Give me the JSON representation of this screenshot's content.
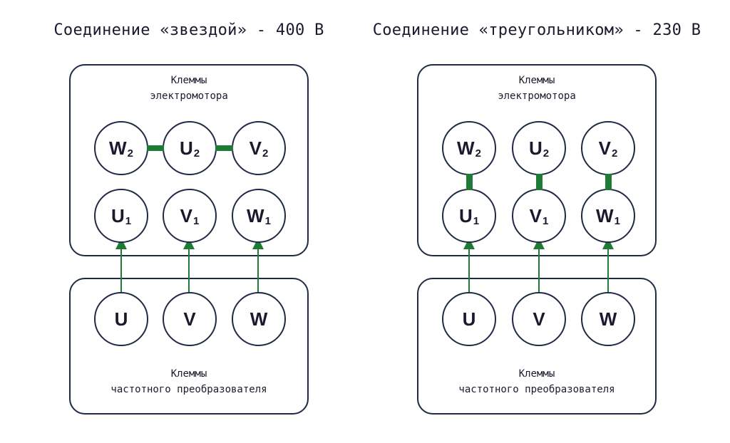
{
  "star": {
    "title": "Соединение «звездой» - 400 В",
    "motor_label": [
      "Клеммы",
      "электромотора"
    ],
    "inverter_label": [
      "Клеммы",
      "частотного преобразователя"
    ],
    "motor_row_top": [
      {
        "letter": "W",
        "sub": "2"
      },
      {
        "letter": "U",
        "sub": "2"
      },
      {
        "letter": "V",
        "sub": "2"
      }
    ],
    "motor_row_bottom": [
      {
        "letter": "U",
        "sub": "1"
      },
      {
        "letter": "V",
        "sub": "1"
      },
      {
        "letter": "W",
        "sub": "1"
      }
    ],
    "inverter_row": [
      {
        "letter": "U"
      },
      {
        "letter": "V"
      },
      {
        "letter": "W"
      }
    ]
  },
  "delta": {
    "title": "Соединение «треугольником» - 230 В",
    "motor_label": [
      "Клеммы",
      "электромотора"
    ],
    "inverter_label": [
      "Клеммы",
      "частотного преобразователя"
    ],
    "motor_row_top": [
      {
        "letter": "W",
        "sub": "2"
      },
      {
        "letter": "U",
        "sub": "2"
      },
      {
        "letter": "V",
        "sub": "2"
      }
    ],
    "motor_row_bottom": [
      {
        "letter": "U",
        "sub": "1"
      },
      {
        "letter": "V",
        "sub": "1"
      },
      {
        "letter": "W",
        "sub": "1"
      }
    ],
    "inverter_row": [
      {
        "letter": "U"
      },
      {
        "letter": "V"
      },
      {
        "letter": "W"
      }
    ]
  },
  "colors": {
    "outline": "#1f2a44",
    "bridge": "#1e7a34",
    "wire": "#1e7a34",
    "text": "#1a1a2e"
  }
}
